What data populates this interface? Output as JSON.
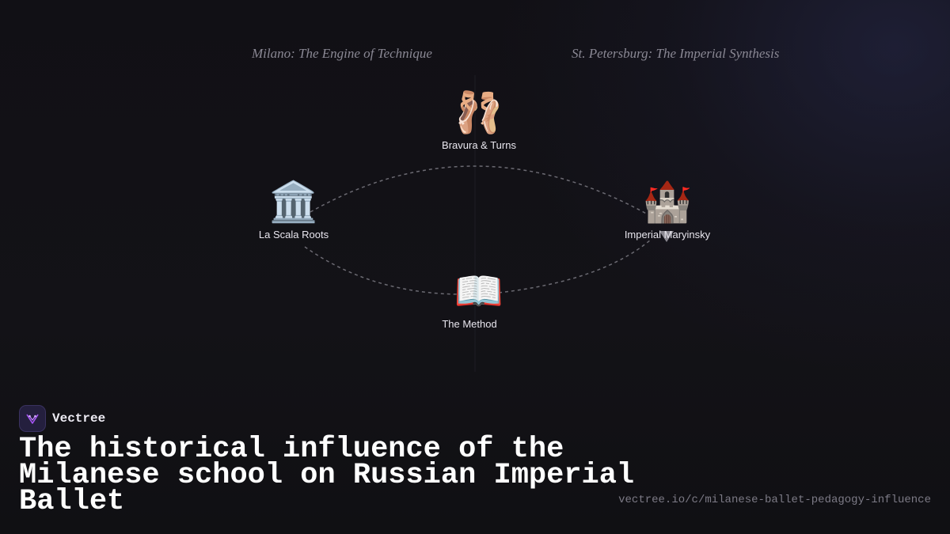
{
  "diagram": {
    "left_heading": "Milano: The Engine of Technique",
    "right_heading": "St. Petersburg: The Imperial Synthesis",
    "nodes": [
      {
        "id": "bravura",
        "icon": "ballet-shoes-icon",
        "glyph": "🩰",
        "label": "Bravura & Turns"
      },
      {
        "id": "la_scala",
        "icon": "classical-building-icon",
        "glyph": "🏛️",
        "label": "La Scala Roots"
      },
      {
        "id": "maryinsky",
        "icon": "castle-icon",
        "glyph": "🏰",
        "label": "Imperial Maryinsky"
      },
      {
        "id": "method",
        "icon": "open-book-icon",
        "glyph": "📖",
        "label": "The Method"
      }
    ],
    "connector_color": "#6b6a72",
    "divider_color": "#1e1d24"
  },
  "brand": {
    "name": "Vectree",
    "logo_icon": "vectree-logo-icon",
    "accent": "#a855f7"
  },
  "title": "The historical influence of the Milanese school on Russian Imperial Ballet",
  "source": "vectree.io/c/milanese-ballet-pedagogy-influence"
}
